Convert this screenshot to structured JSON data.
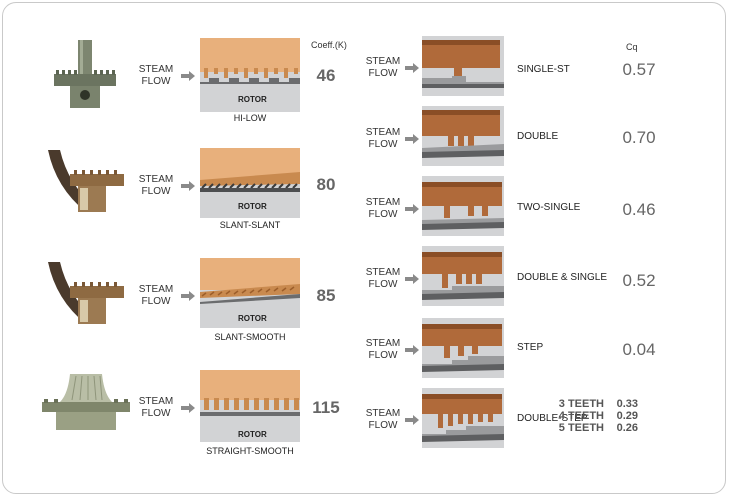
{
  "labels": {
    "steam_flow_line1": "STEAM",
    "steam_flow_line2": "FLOW",
    "coeff_header": "Coeff.(K)",
    "cq_header": "Cq",
    "rotor": "ROTOR"
  },
  "left_rows": [
    {
      "name": "HI-LOW",
      "coeff": "46"
    },
    {
      "name": "SLANT-SLANT",
      "coeff": "80"
    },
    {
      "name": "SLANT-SMOOTH",
      "coeff": "85"
    },
    {
      "name": "STRAIGHT-SMOOTH",
      "coeff": "115"
    }
  ],
  "right_rows": [
    {
      "name": "SINGLE-ST",
      "cq": "0.57"
    },
    {
      "name": "DOUBLE",
      "cq": "0.70"
    },
    {
      "name": "TWO-SINGLE",
      "cq": "0.46"
    },
    {
      "name": "DOUBLE & SINGLE",
      "cq": "0.52"
    },
    {
      "name": "STEP",
      "cq": "0.04"
    },
    {
      "name": "DOUBLE-STEP",
      "cq": ""
    }
  ],
  "double_step_teeth": [
    {
      "teeth": "3 TEETH",
      "value": "0.33"
    },
    {
      "teeth": "4 TEETH",
      "value": "0.29"
    },
    {
      "teeth": "5 TEETH",
      "value": "0.26"
    }
  ],
  "colors": {
    "seal_orange": "#e8b07c",
    "rotor_gray": "#d2d3d5",
    "labyrinth_brown": "#b06a3a",
    "arrow_gray": "#8a8a8a",
    "value_gray": "#666666"
  }
}
